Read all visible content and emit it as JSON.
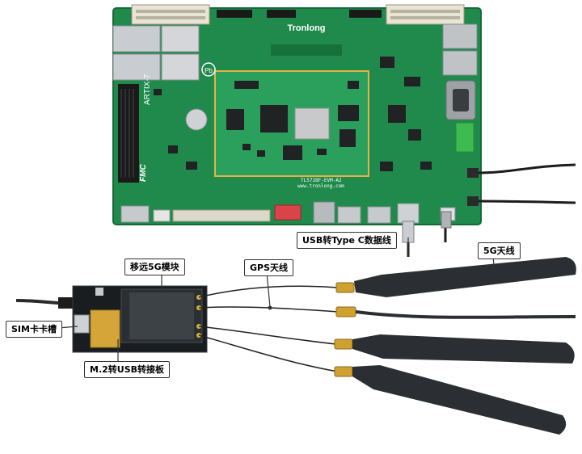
{
  "photo": {
    "board_brand": "Tronlong",
    "board_silkscreen": "ARTIX-7",
    "board_model": "TL5728F-EVM-A2",
    "board_url": "www.tronlong.com",
    "fmc_mark": "FMC",
    "pb_mark": "Pb",
    "colors": {
      "background": "#ffffff",
      "pcb": "#1f8a4c",
      "som": "#2aa05c",
      "antenna": "#2b2f33",
      "label_border": "#333333"
    }
  },
  "labels": {
    "usb_typec": "USB转Type C数据线",
    "module_5g": "移远5G模块",
    "gps_antenna": "GPS天线",
    "antenna_5g": "5G天线",
    "sim_slot": "SIM卡卡槽",
    "m2_board": "M.2转USB转接板"
  }
}
